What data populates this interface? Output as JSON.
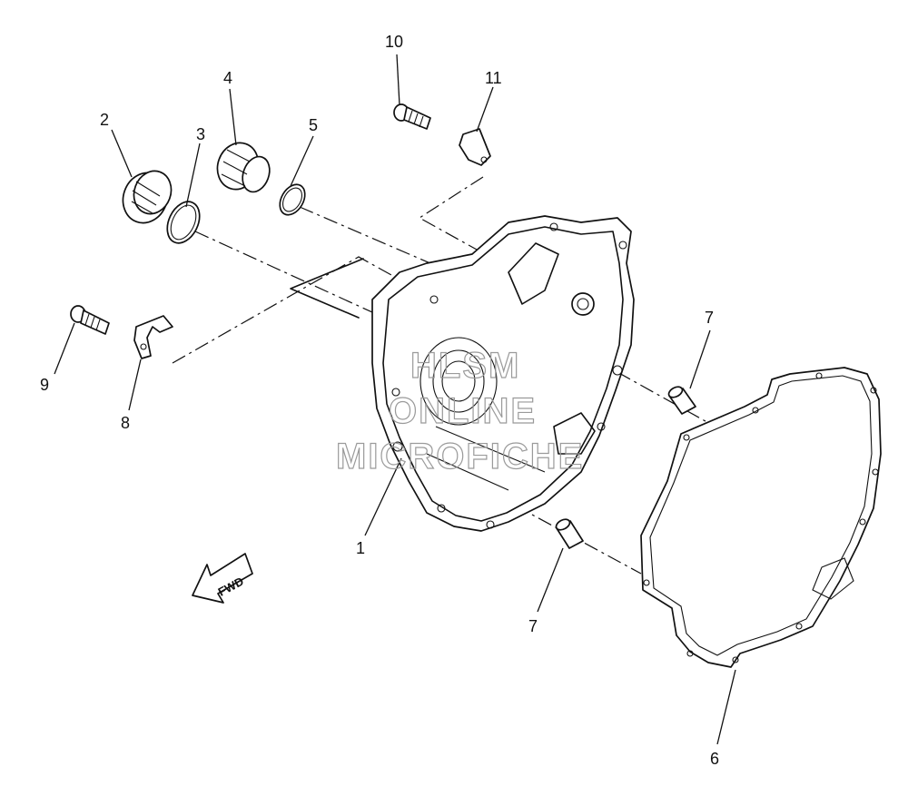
{
  "diagram": {
    "callouts": [
      {
        "id": "c1",
        "label": "1"
      },
      {
        "id": "c2",
        "label": "2"
      },
      {
        "id": "c3",
        "label": "3"
      },
      {
        "id": "c4",
        "label": "4"
      },
      {
        "id": "c5",
        "label": "5"
      },
      {
        "id": "c6",
        "label": "6"
      },
      {
        "id": "c7a",
        "label": "7"
      },
      {
        "id": "c7b",
        "label": "7"
      },
      {
        "id": "c8",
        "label": "8"
      },
      {
        "id": "c9",
        "label": "9"
      },
      {
        "id": "c10",
        "label": "10"
      },
      {
        "id": "c11",
        "label": "11"
      }
    ],
    "direction_arrow": "FWD",
    "watermark": [
      "HLSM",
      "ONLINE",
      "MICROFICHE"
    ]
  }
}
